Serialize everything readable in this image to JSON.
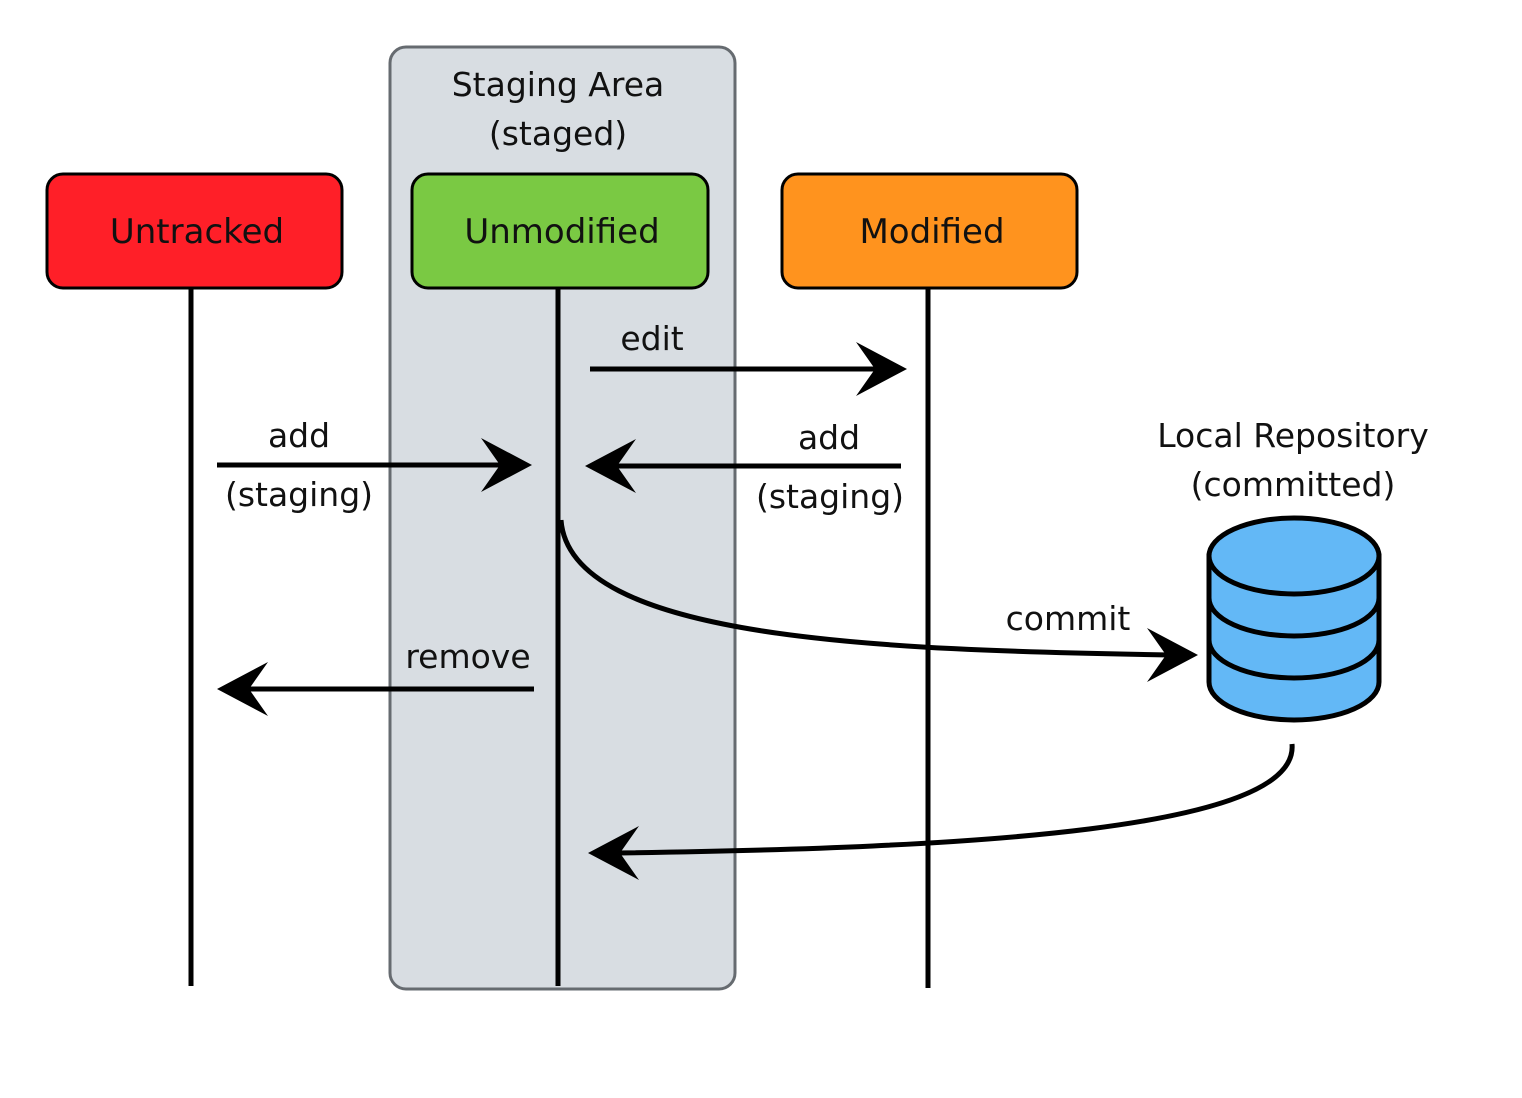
{
  "staging_area": {
    "title_line1": "Staging Area",
    "title_line2": "(staged)",
    "fill": "#d8dde2",
    "stroke": "#666b70"
  },
  "states": {
    "untracked": {
      "label": "Untracked",
      "color": "#ff1f28"
    },
    "unmodified": {
      "label": "Unmodified",
      "color": "#7ac943"
    },
    "modified": {
      "label": "Modified",
      "color": "#ff931e"
    }
  },
  "repository": {
    "title_line1": "Local Repository",
    "title_line2": "(committed)",
    "color": "#63b8f6"
  },
  "transitions": {
    "edit": {
      "label": "edit"
    },
    "add_untracked": {
      "label_line1": "add",
      "label_line2": "(staging)"
    },
    "add_modified": {
      "label_line1": "add",
      "label_line2": "(staging)"
    },
    "commit": {
      "label": "commit"
    },
    "remove": {
      "label": "remove"
    }
  }
}
